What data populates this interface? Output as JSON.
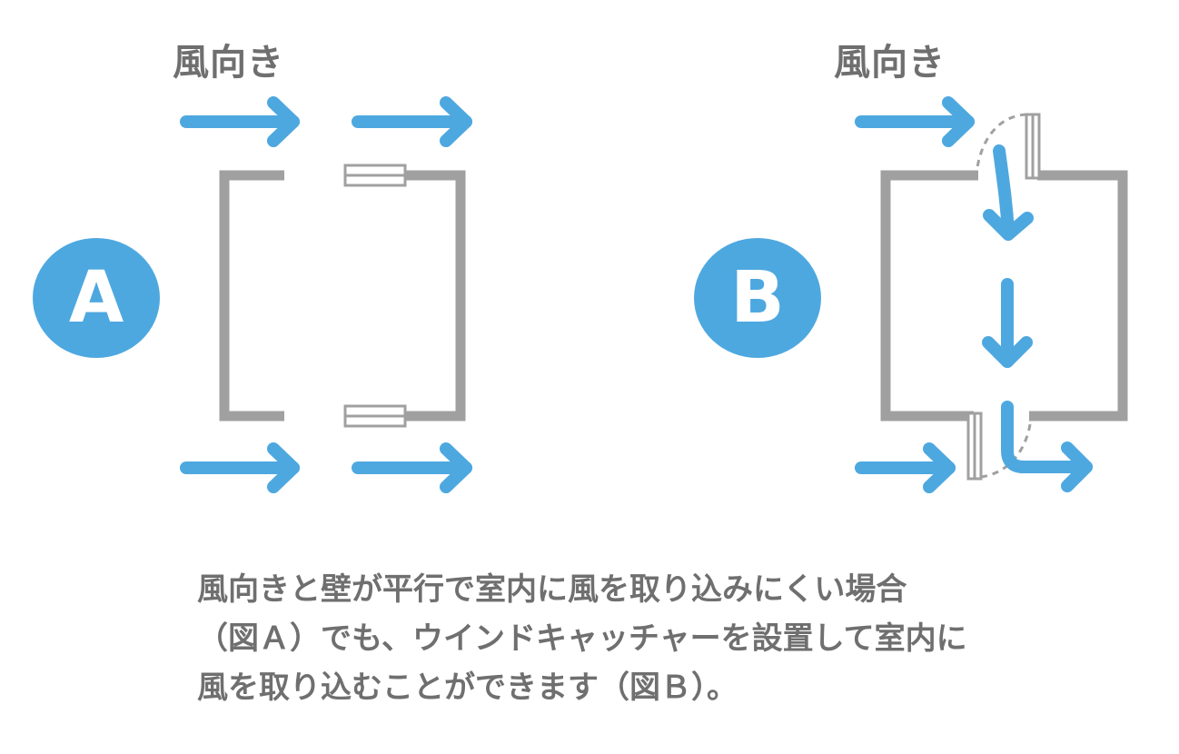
{
  "diagram_a": {
    "wind_label": "風向き",
    "badge_label": "A"
  },
  "diagram_b": {
    "wind_label": "風向き",
    "badge_label": "B"
  },
  "caption": {
    "lines": [
      "風向きと壁が平行で室内に風を取り込みにくい場合",
      "（図Ａ）でも、ウインドキャッチャーを設置して室内に",
      "風を取り込むことができます（図Ｂ）。"
    ]
  },
  "colors": {
    "arrow_blue": "#4ea8e0",
    "wall_gray": "#a0a0a0",
    "text_gray": "#6f6f6f"
  }
}
